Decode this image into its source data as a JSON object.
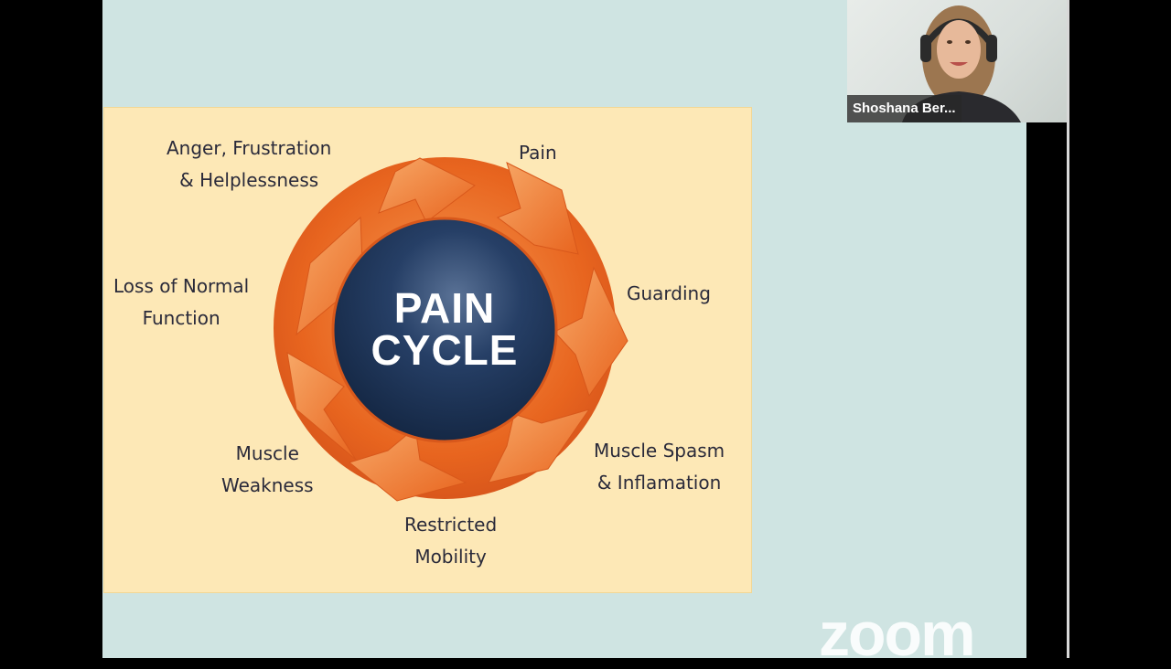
{
  "participant": {
    "name": "Shoshana Ber..."
  },
  "watermark": {
    "text": "zoom"
  },
  "diagram": {
    "center_title": "PAIN\nCYCLE",
    "labels": {
      "pain": "Pain",
      "guarding": "Guarding",
      "spasm": "Muscle Spasm\n& Inflamation",
      "mobility": "Restricted\nMobility",
      "weakness": "Muscle\nWeakness",
      "function": "Loss of Normal\nFunction",
      "anger": "Anger, Frustration\n& Helplessness"
    }
  },
  "colors": {
    "slide_background": "#cfe4e2",
    "panel_background": "#fde8b6",
    "arrow_orange": "#e8651f",
    "center_navy": "#1f3557",
    "label_text": "#2a2a3a"
  }
}
